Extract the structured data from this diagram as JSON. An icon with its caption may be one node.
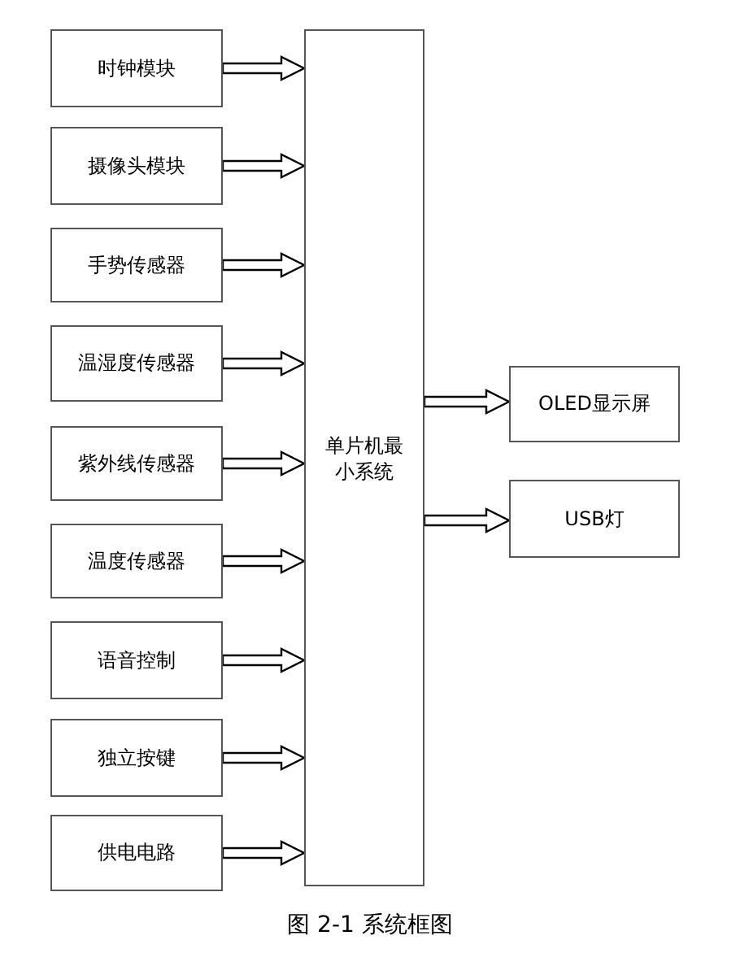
{
  "diagram": {
    "caption": "图 2-1 系统框图",
    "nodes": [
      {
        "text": [
          "时钟模块"
        ]
      },
      {
        "text": [
          "摄像头模块"
        ]
      },
      {
        "text": [
          "手势传感器"
        ]
      },
      {
        "text": [
          "温湿度传感器"
        ]
      },
      {
        "text": [
          "紫外线传感器"
        ]
      },
      {
        "text": [
          "温度传感器"
        ]
      },
      {
        "text": [
          "语音控制"
        ]
      },
      {
        "text": [
          "独立按键"
        ]
      },
      {
        "text": [
          "供电电路"
        ]
      },
      {
        "text": [
          "单片机最小系统"
        ]
      },
      {
        "text": [
          "OLED显示屏"
        ]
      },
      {
        "text": [
          "USB灯"
        ]
      }
    ],
    "edges": [
      {
        "from": 0,
        "to": 9,
        "arrow": "to"
      },
      {
        "from": 1,
        "to": 9,
        "arrow": "to"
      },
      {
        "from": 2,
        "to": 9,
        "arrow": "to"
      },
      {
        "from": 3,
        "to": 9,
        "arrow": "to"
      },
      {
        "from": 4,
        "to": 9,
        "arrow": "to"
      },
      {
        "from": 5,
        "to": 9,
        "arrow": "to"
      },
      {
        "from": 6,
        "to": 9,
        "arrow": "to"
      },
      {
        "from": 7,
        "to": 9,
        "arrow": "to"
      },
      {
        "from": 8,
        "to": 9,
        "arrow": "to"
      },
      {
        "from": 9,
        "to": 10,
        "arrow": "to"
      },
      {
        "from": 9,
        "to": 11,
        "arrow": "to"
      }
    ]
  }
}
